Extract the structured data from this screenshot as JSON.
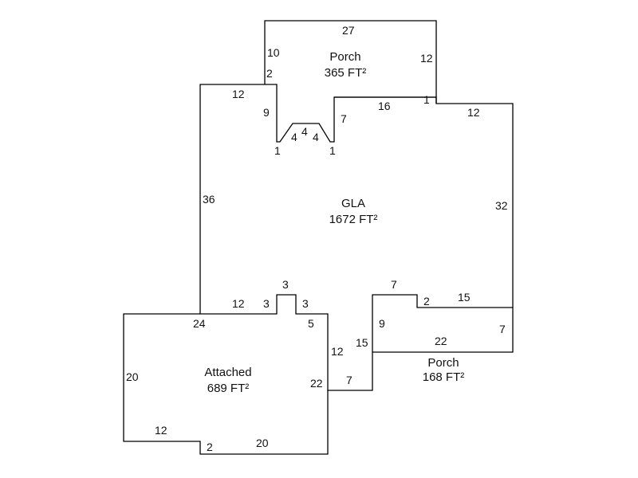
{
  "areas": [
    {
      "id": "porch-top",
      "name": "Porch",
      "size": "365 FT²"
    },
    {
      "id": "gla",
      "name": "GLA",
      "size": "1672 FT²"
    },
    {
      "id": "attached",
      "name": "Attached",
      "size": "689 FT²"
    },
    {
      "id": "porch-bottom",
      "name": "Porch",
      "size": "168 FT²"
    }
  ],
  "dimensions": {
    "porch_top": [
      "27",
      "10",
      "2",
      "12",
      "1",
      "16",
      "7"
    ],
    "gla": [
      "12",
      "9",
      "1",
      "4",
      "4",
      "4",
      "1",
      "12",
      "36",
      "32",
      "12",
      "3",
      "3",
      "3",
      "5",
      "12",
      "15",
      "7",
      "2",
      "15",
      "9"
    ],
    "attached": [
      "24",
      "20",
      "12",
      "2",
      "20",
      "22",
      "7"
    ],
    "porch_bottom": [
      "22",
      "7"
    ]
  }
}
